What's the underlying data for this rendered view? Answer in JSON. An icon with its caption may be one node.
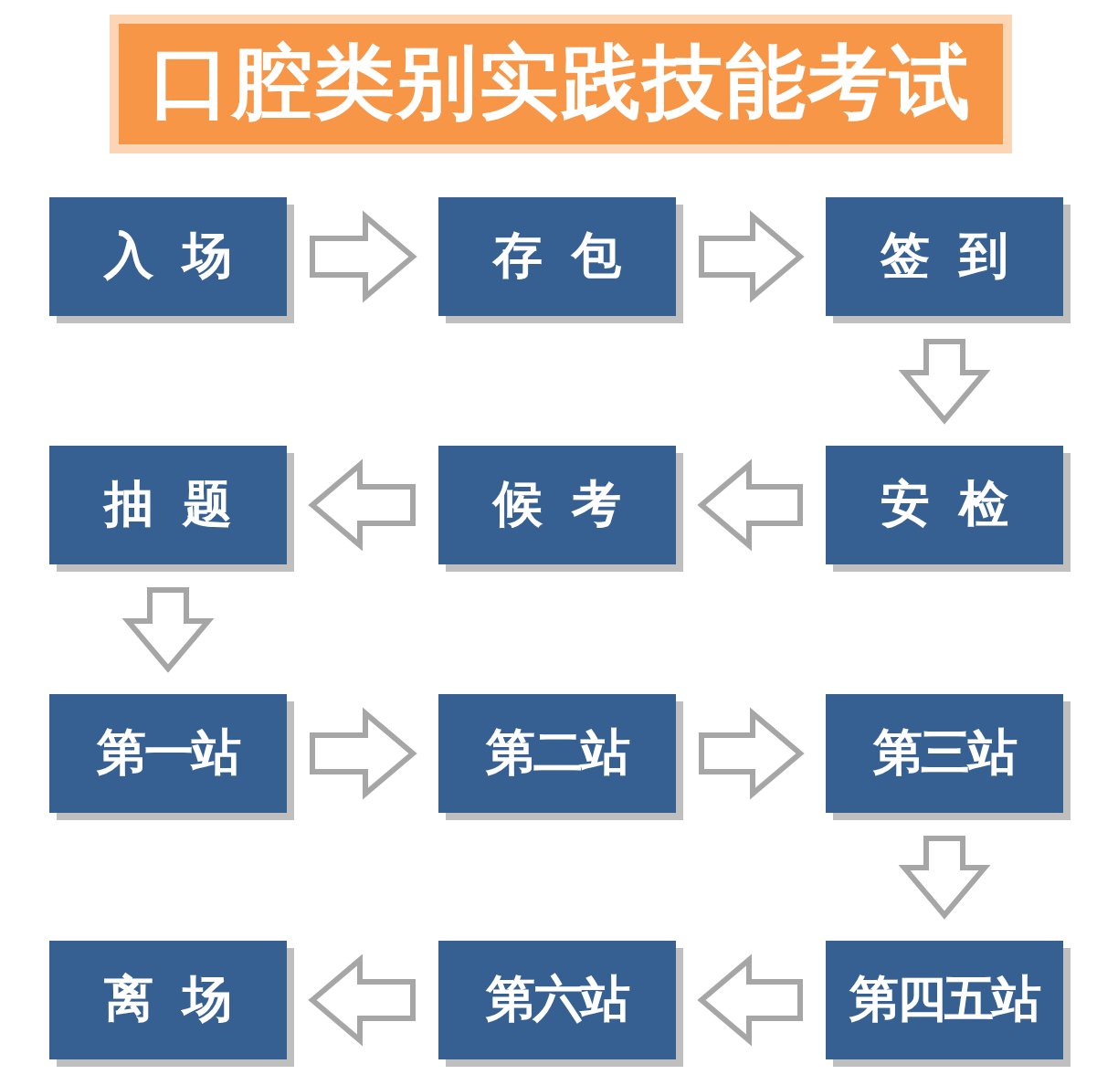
{
  "diagram": {
    "title": "口腔类别实践技能考试",
    "nodes": [
      {
        "text": [
          "入场"
        ]
      },
      {
        "text": [
          "存包"
        ]
      },
      {
        "text": [
          "签到"
        ]
      },
      {
        "text": [
          "抽题"
        ]
      },
      {
        "text": [
          "候考"
        ]
      },
      {
        "text": [
          "安检"
        ]
      },
      {
        "text": [
          "第一站"
        ]
      },
      {
        "text": [
          "第二站"
        ]
      },
      {
        "text": [
          "第三站"
        ]
      },
      {
        "text": [
          "离场"
        ]
      },
      {
        "text": [
          "第六站"
        ]
      },
      {
        "text": [
          "第四五站"
        ]
      }
    ],
    "edges": [
      {
        "from": 0,
        "to": 1,
        "arrow": "to"
      },
      {
        "from": 1,
        "to": 2,
        "arrow": "to"
      },
      {
        "from": 2,
        "to": 5,
        "arrow": "to"
      },
      {
        "from": 5,
        "to": 4,
        "arrow": "to"
      },
      {
        "from": 4,
        "to": 3,
        "arrow": "to"
      },
      {
        "from": 3,
        "to": 6,
        "arrow": "to"
      },
      {
        "from": 6,
        "to": 7,
        "arrow": "to"
      },
      {
        "from": 7,
        "to": 8,
        "arrow": "to"
      },
      {
        "from": 8,
        "to": 11,
        "arrow": "to"
      },
      {
        "from": 11,
        "to": 10,
        "arrow": "to"
      },
      {
        "from": 10,
        "to": 9,
        "arrow": "to"
      }
    ]
  }
}
